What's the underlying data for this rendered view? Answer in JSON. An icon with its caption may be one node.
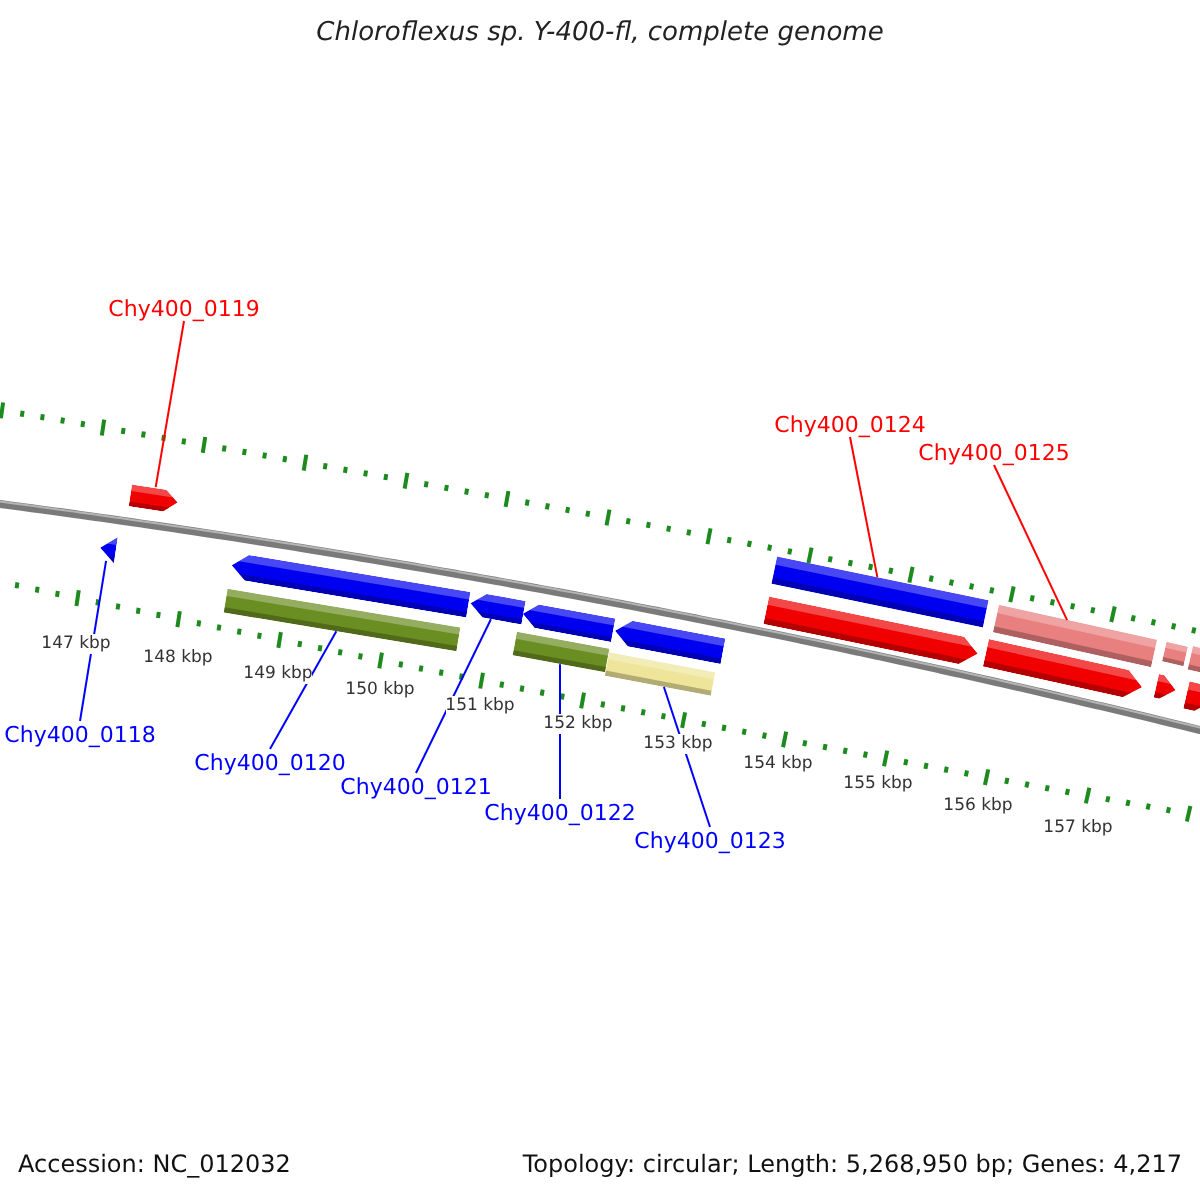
{
  "diagram": {
    "title": "Chloroflexus sp. Y-400-fl, complete genome",
    "nodes": [
      {
        "text": [
          "Chy400_0119"
        ]
      },
      {
        "text": [
          "Chy400_0124"
        ]
      },
      {
        "text": [
          "Chy400_0125"
        ]
      },
      {
        "text": [
          "Chy400_0118"
        ]
      },
      {
        "text": [
          "Chy400_0120"
        ]
      },
      {
        "text": [
          "Chy400_0121"
        ]
      },
      {
        "text": [
          "Chy400_0122"
        ]
      },
      {
        "text": [
          "Chy400_0123"
        ]
      },
      {
        "text": [],
        "shape": "arrow"
      },
      {
        "text": [],
        "shape": "arrow"
      },
      {
        "text": [],
        "shape": "bar"
      },
      {
        "text": [],
        "shape": "arrow"
      },
      {
        "text": [],
        "shape": "bar"
      },
      {
        "text": [],
        "shape": "bar"
      },
      {
        "text": [],
        "shape": "bar"
      },
      {
        "text": [],
        "shape": "bar"
      }
    ],
    "edges": [
      {
        "from": 0,
        "to": 9,
        "arrow": "none",
        "color": "#ff0000"
      },
      {
        "from": 1,
        "to": 14,
        "arrow": "none",
        "color": "#ff0000"
      },
      {
        "from": 2,
        "to": 15,
        "arrow": "none",
        "color": "#ff0000"
      },
      {
        "from": 3,
        "to": 8,
        "arrow": "none"
      },
      {
        "from": 4,
        "to": 10,
        "arrow": "none"
      },
      {
        "from": 5,
        "to": 11,
        "arrow": "none"
      },
      {
        "from": 6,
        "to": 12,
        "arrow": "none"
      },
      {
        "from": 7,
        "to": 13,
        "arrow": "none"
      }
    ],
    "labels": [
      "147 kbp",
      "148 kbp",
      "149 kbp",
      "150 kbp",
      "151 kbp",
      "152 kbp",
      "153 kbp",
      "154 kbp",
      "155 kbp",
      "156 kbp",
      "157 kbp",
      "Accession: NC_012032",
      "Topology: circular; Length: 5,268,950 bp; Genes: 4,217"
    ]
  }
}
